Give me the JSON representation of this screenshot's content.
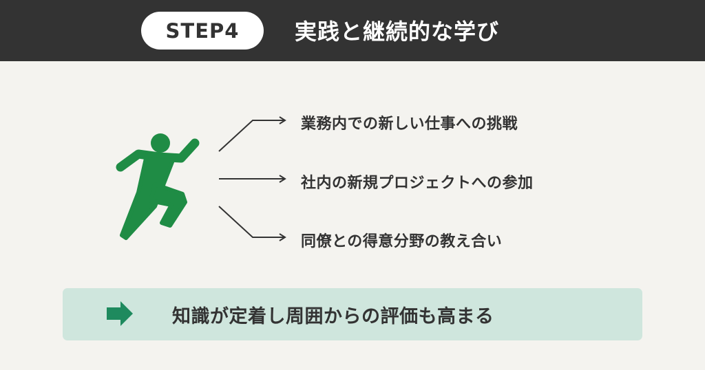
{
  "header": {
    "step_label": "STEP4",
    "title": "実践と継続的な学び"
  },
  "figure": {
    "icon": "running-person-icon",
    "color": "#1f8c45"
  },
  "actions": [
    {
      "label": "業務内での新しい仕事への挑戦"
    },
    {
      "label": "社内の新規プロジェクトへの参加"
    },
    {
      "label": "同僚との得意分野の教え合い"
    }
  ],
  "result": {
    "icon": "arrow-right-icon",
    "text": "知識が定着し周囲からの評価も高まる",
    "background": "#cfe6dd",
    "arrow_color": "#1e8a5e"
  },
  "colors": {
    "header_bg": "#333333",
    "page_bg": "#f4f3ef",
    "text": "#333333"
  }
}
